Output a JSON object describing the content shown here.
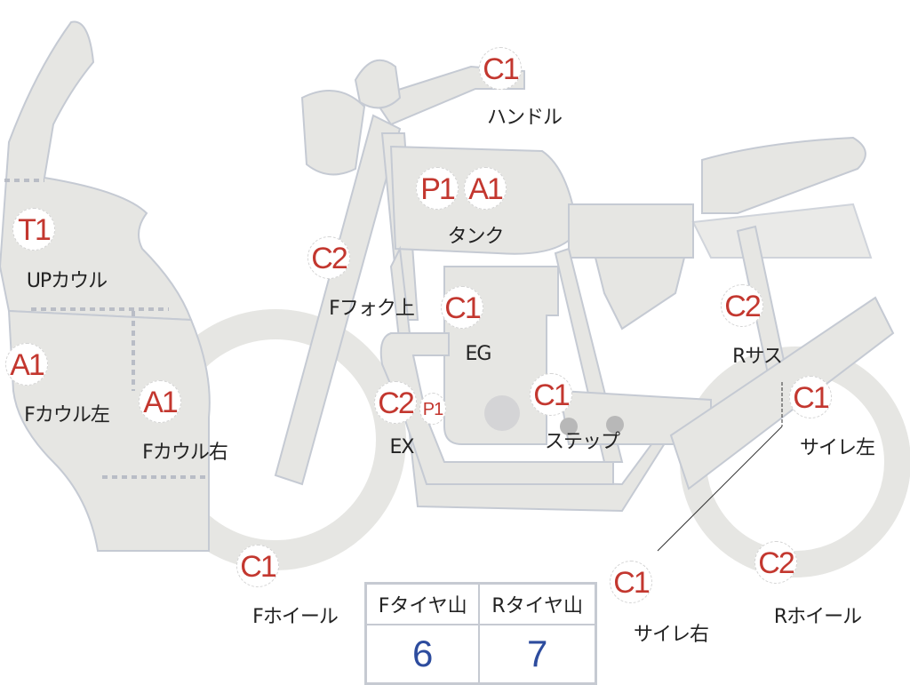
{
  "colors": {
    "part_fill": "#e6e6e3",
    "part_stroke": "#c5cad3",
    "code_red": "#c3372f",
    "value_blue": "#2d4c9e"
  },
  "parts": [
    {
      "code": "C1",
      "label": "ハンドル"
    },
    {
      "code": "P1",
      "label": ""
    },
    {
      "code": "A1",
      "label": "タンク"
    },
    {
      "code": "T1",
      "label": "UPカウル"
    },
    {
      "code": "C2",
      "label": "Fフォク上"
    },
    {
      "code": "C1",
      "label": "EG"
    },
    {
      "code": "C2",
      "label": "Rサス"
    },
    {
      "code": "A1",
      "label": "Fカウル左"
    },
    {
      "code": "A1",
      "label": "Fカウル右"
    },
    {
      "code": "C2",
      "label": "EX"
    },
    {
      "code": "P1",
      "label": ""
    },
    {
      "code": "C1",
      "label": "ステップ"
    },
    {
      "code": "C1",
      "label": "サイレ左"
    },
    {
      "code": "C1",
      "label": "Fホイール"
    },
    {
      "code": "C1",
      "label": "サイレ右"
    },
    {
      "code": "C2",
      "label": "Rホイール"
    }
  ],
  "tire_table": {
    "headers": [
      "Fタイヤ山",
      "Rタイヤ山"
    ],
    "values": [
      "6",
      "7"
    ]
  }
}
